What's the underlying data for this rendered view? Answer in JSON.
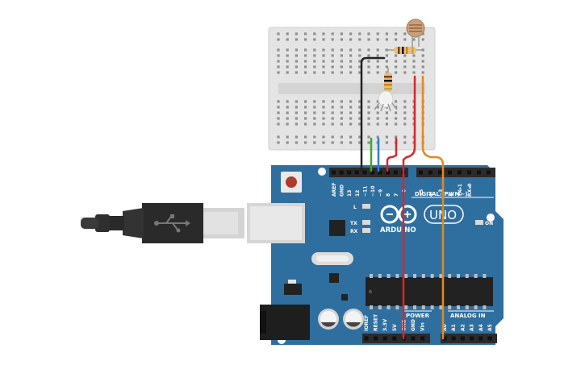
{
  "board": {
    "brand_label": "ARDUINO",
    "model_label": "UNO",
    "digital_header_label": "DIGITAL (PWM~)",
    "power_header_label": "POWER",
    "analog_header_label": "ANALOG IN",
    "led_l_label": "L",
    "led_tx_label": "TX",
    "led_rx_label": "RX",
    "led_on_label": "ON",
    "digital_pins": [
      "AREF",
      "GND",
      "13",
      "12",
      "~11",
      "~10",
      "~9",
      "8",
      "7",
      "~6",
      "~5",
      "4",
      "~3",
      "2",
      "TX▸1",
      "RX◂0"
    ],
    "power_pins": [
      "IOREF",
      "RESET",
      "3.3V",
      "5V",
      "GND",
      "GND",
      "Vin"
    ],
    "analog_pins": [
      "A0",
      "A1",
      "A2",
      "A3",
      "A4",
      "A5"
    ]
  },
  "colors": {
    "board_blue": "#2f6f9f",
    "header_black": "#2b2b2b",
    "breadboard": "#e6e6e6",
    "wire_black": "#222222",
    "wire_green": "#3fa535",
    "wire_blue": "#2b7fd4",
    "wire_red": "#d9262b",
    "wire_orange": "#e8871e",
    "resistor_body": "#e8c07a",
    "usb_cable": "#2a2a2a",
    "usb_plug": "#d9d9d9"
  }
}
